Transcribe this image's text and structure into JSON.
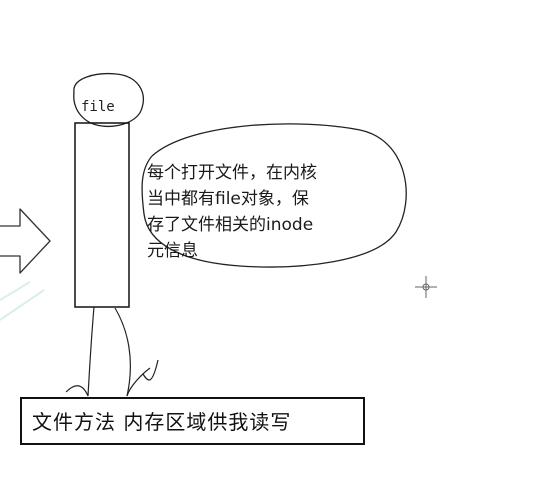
{
  "diagram": {
    "file_label": "file",
    "note_lines": [
      "每个打开文件，在内核",
      "当中都有file对象，保",
      "存了文件相关的inode",
      "元信息"
    ],
    "caption": "文件方法 内存区域供我读写"
  }
}
